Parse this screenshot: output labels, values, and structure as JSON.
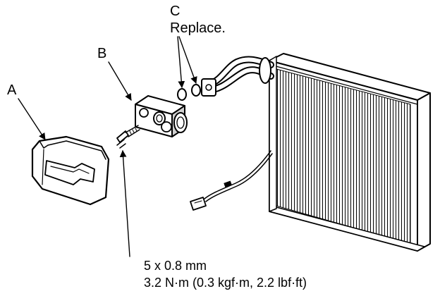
{
  "callouts": {
    "a": "A",
    "b": "B",
    "c": "C",
    "c_note": "Replace."
  },
  "bolt_spec": {
    "size": "5 x 0.8 mm",
    "torque": "3.2 N·m (0.3 kgf·m, 2.2 lbf·ft)"
  },
  "colors": {
    "line": "#000000",
    "background": "#ffffff",
    "shade": "#cfcfcf"
  }
}
